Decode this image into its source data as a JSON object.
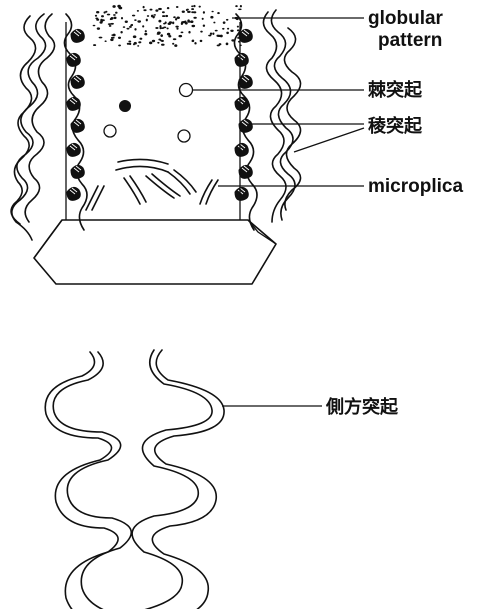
{
  "labels": {
    "globular_line1": "globular",
    "globular_line2": "pattern",
    "spinous_process": "棘突起",
    "ridge_process": "稜突起",
    "microplica": "microplica",
    "lateral_process": "側方突起"
  },
  "colors": {
    "ink": "#111111",
    "background": "#ffffff"
  }
}
